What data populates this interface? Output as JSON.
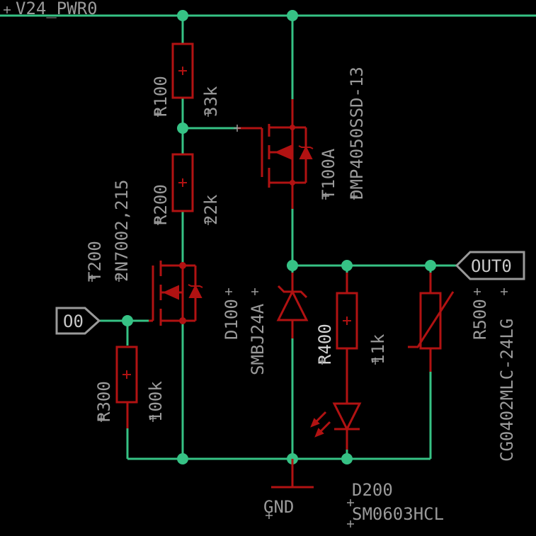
{
  "nets": {
    "supply": "V24_PWR0",
    "ground": "GND"
  },
  "ports": {
    "input": "O0",
    "output": "OUT0"
  },
  "components": {
    "r100": {
      "ref": "R100",
      "value": "33k"
    },
    "r200": {
      "ref": "R200",
      "value": "22k"
    },
    "r300": {
      "ref": "R300",
      "value": "100k"
    },
    "r400": {
      "ref": "R400",
      "value": "11k"
    },
    "r500": {
      "ref": "R500",
      "value": "CG0402MLC-24LG"
    },
    "t100": {
      "ref": "T100A",
      "value": "DMP4050SSD-13"
    },
    "t200": {
      "ref": "T200",
      "value": "2N7002,215"
    },
    "d100": {
      "ref": "D100",
      "value": "SMBJ24A"
    },
    "d200": {
      "ref": "D200",
      "value": "SM0603HCL"
    }
  },
  "colors": {
    "wire": "#36c285",
    "component": "#b11212",
    "text": "#9a9a9a",
    "background": "#000000"
  }
}
